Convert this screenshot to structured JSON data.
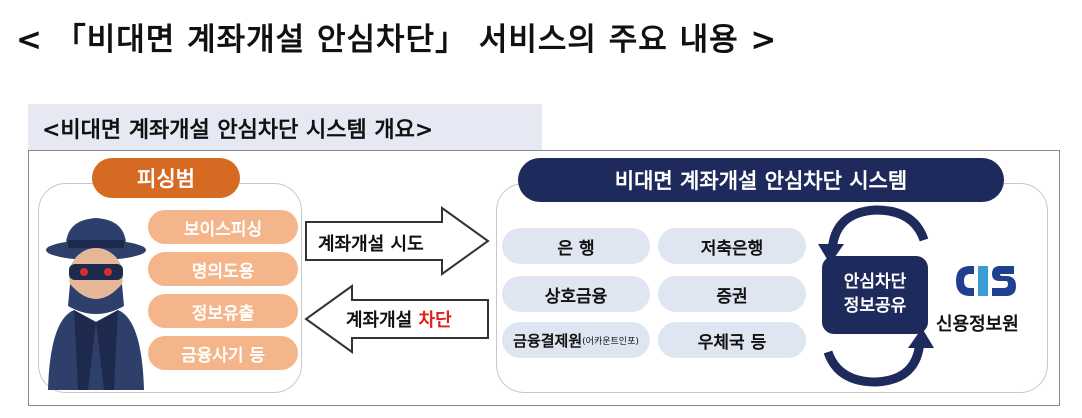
{
  "title": "< 「비대면 계좌개설 안심차단」 서비스의 주요 내용 >",
  "overview_label": "<비대면 계좌개설 안심차단 시스템 개요>",
  "left_panel": {
    "title": "피싱범",
    "crimes": [
      "보이스피싱",
      "명의도용",
      "정보유출",
      "금융사기 등"
    ]
  },
  "arrows": {
    "attempt_label": "계좌개설 시도",
    "block_label_prefix": "계좌개설 ",
    "block_label_highlight": "차단"
  },
  "right_panel": {
    "title": "비대면 계좌개설 안심차단 시스템",
    "institutions": {
      "bank": "은 행",
      "savings_bank": "저축은행",
      "mutual_finance": "상호금융",
      "securities": "증권",
      "payment_main": "금융결제원",
      "payment_note": "(어카운트인포)",
      "post": "우체국 등"
    },
    "sharing_line1": "안심차단",
    "sharing_line2": "정보공유",
    "agency_logo_text": "CIS",
    "agency_name": "신용정보원"
  },
  "colors": {
    "navy": "#1f2a5c",
    "orange": "#d66a22",
    "peach": "#f5b58b",
    "light_blue": "#dfe6f2",
    "red": "#e0201b"
  }
}
